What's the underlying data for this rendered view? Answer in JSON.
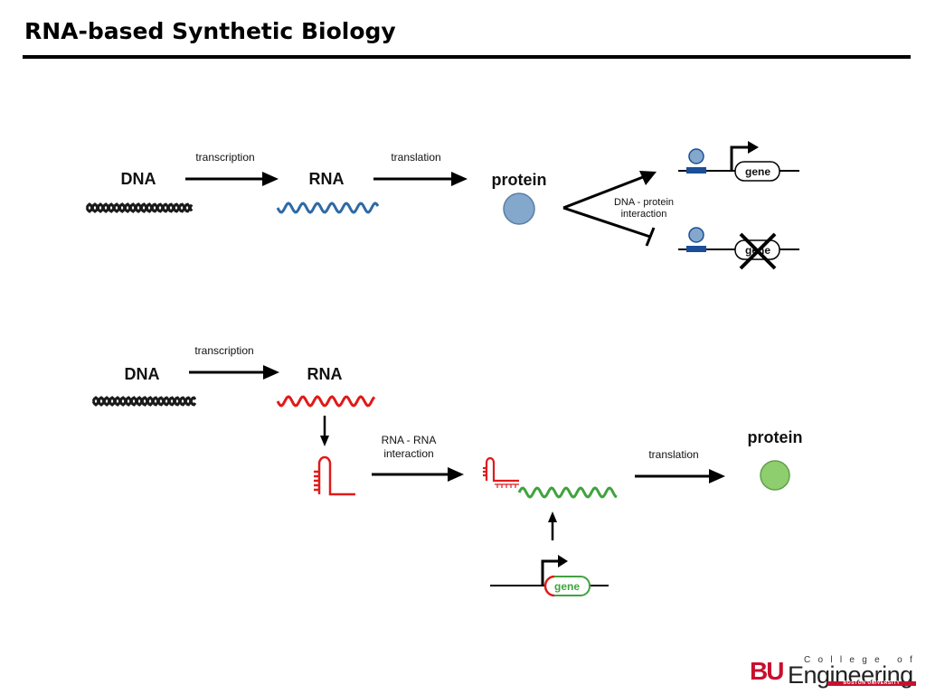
{
  "slide": {
    "title": "RNA-based Synthetic Biology"
  },
  "colors": {
    "dna": "#1a1a1a",
    "rna_top": "#2e6aa6",
    "rna_red": "#e01a1a",
    "mrna_green": "#3fa33f",
    "protein_blue": "#84a8cc",
    "protein_green": "#8fce6e",
    "operator_blue": "#1a4f98",
    "logo_red": "#c8102e"
  },
  "top_panel": {
    "dna_label": "DNA",
    "rna_label": "RNA",
    "protein_label": "protein",
    "transcription_label": "transcription",
    "translation_label": "translation",
    "interaction_label_line1": "DNA - protein",
    "interaction_label_line2": "interaction",
    "gene_active_label": "gene",
    "gene_repressed_label": "gene"
  },
  "bottom_panel": {
    "dna_label": "DNA",
    "rna_label": "RNA",
    "protein_label": "protein",
    "transcription_label": "transcription",
    "translation_label": "translation",
    "interaction_label_line1": "RNA - RNA",
    "interaction_label_line2": "interaction",
    "gene_label": "gene"
  },
  "logo": {
    "bu": "BU",
    "college_of": "College of",
    "engineering": "Engineering",
    "boston_university": "BOSTON UNIVERSITY"
  }
}
